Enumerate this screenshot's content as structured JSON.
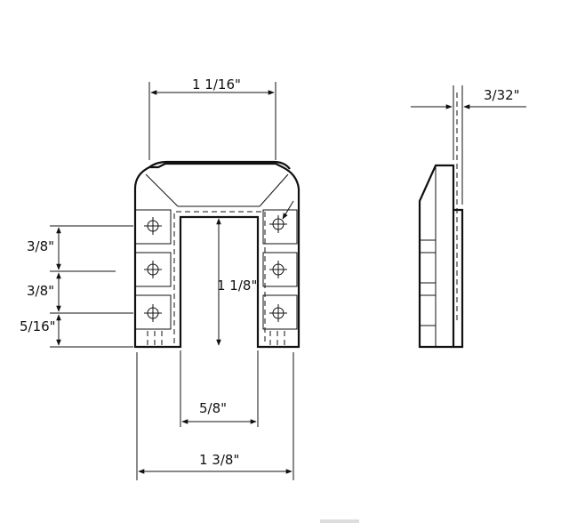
{
  "dimensions": {
    "top_width": "1 1/16\"",
    "thickness": "3/32\"",
    "spacing_upper": "3/8\"",
    "spacing_middle": "3/8\"",
    "spacing_lower": "5/16\"",
    "slot_depth": "1 1/8\"",
    "slot_width": "5/8\"",
    "overall_width": "1 3/8\""
  },
  "colors": {
    "line": "#111111",
    "background": "#ffffff"
  }
}
